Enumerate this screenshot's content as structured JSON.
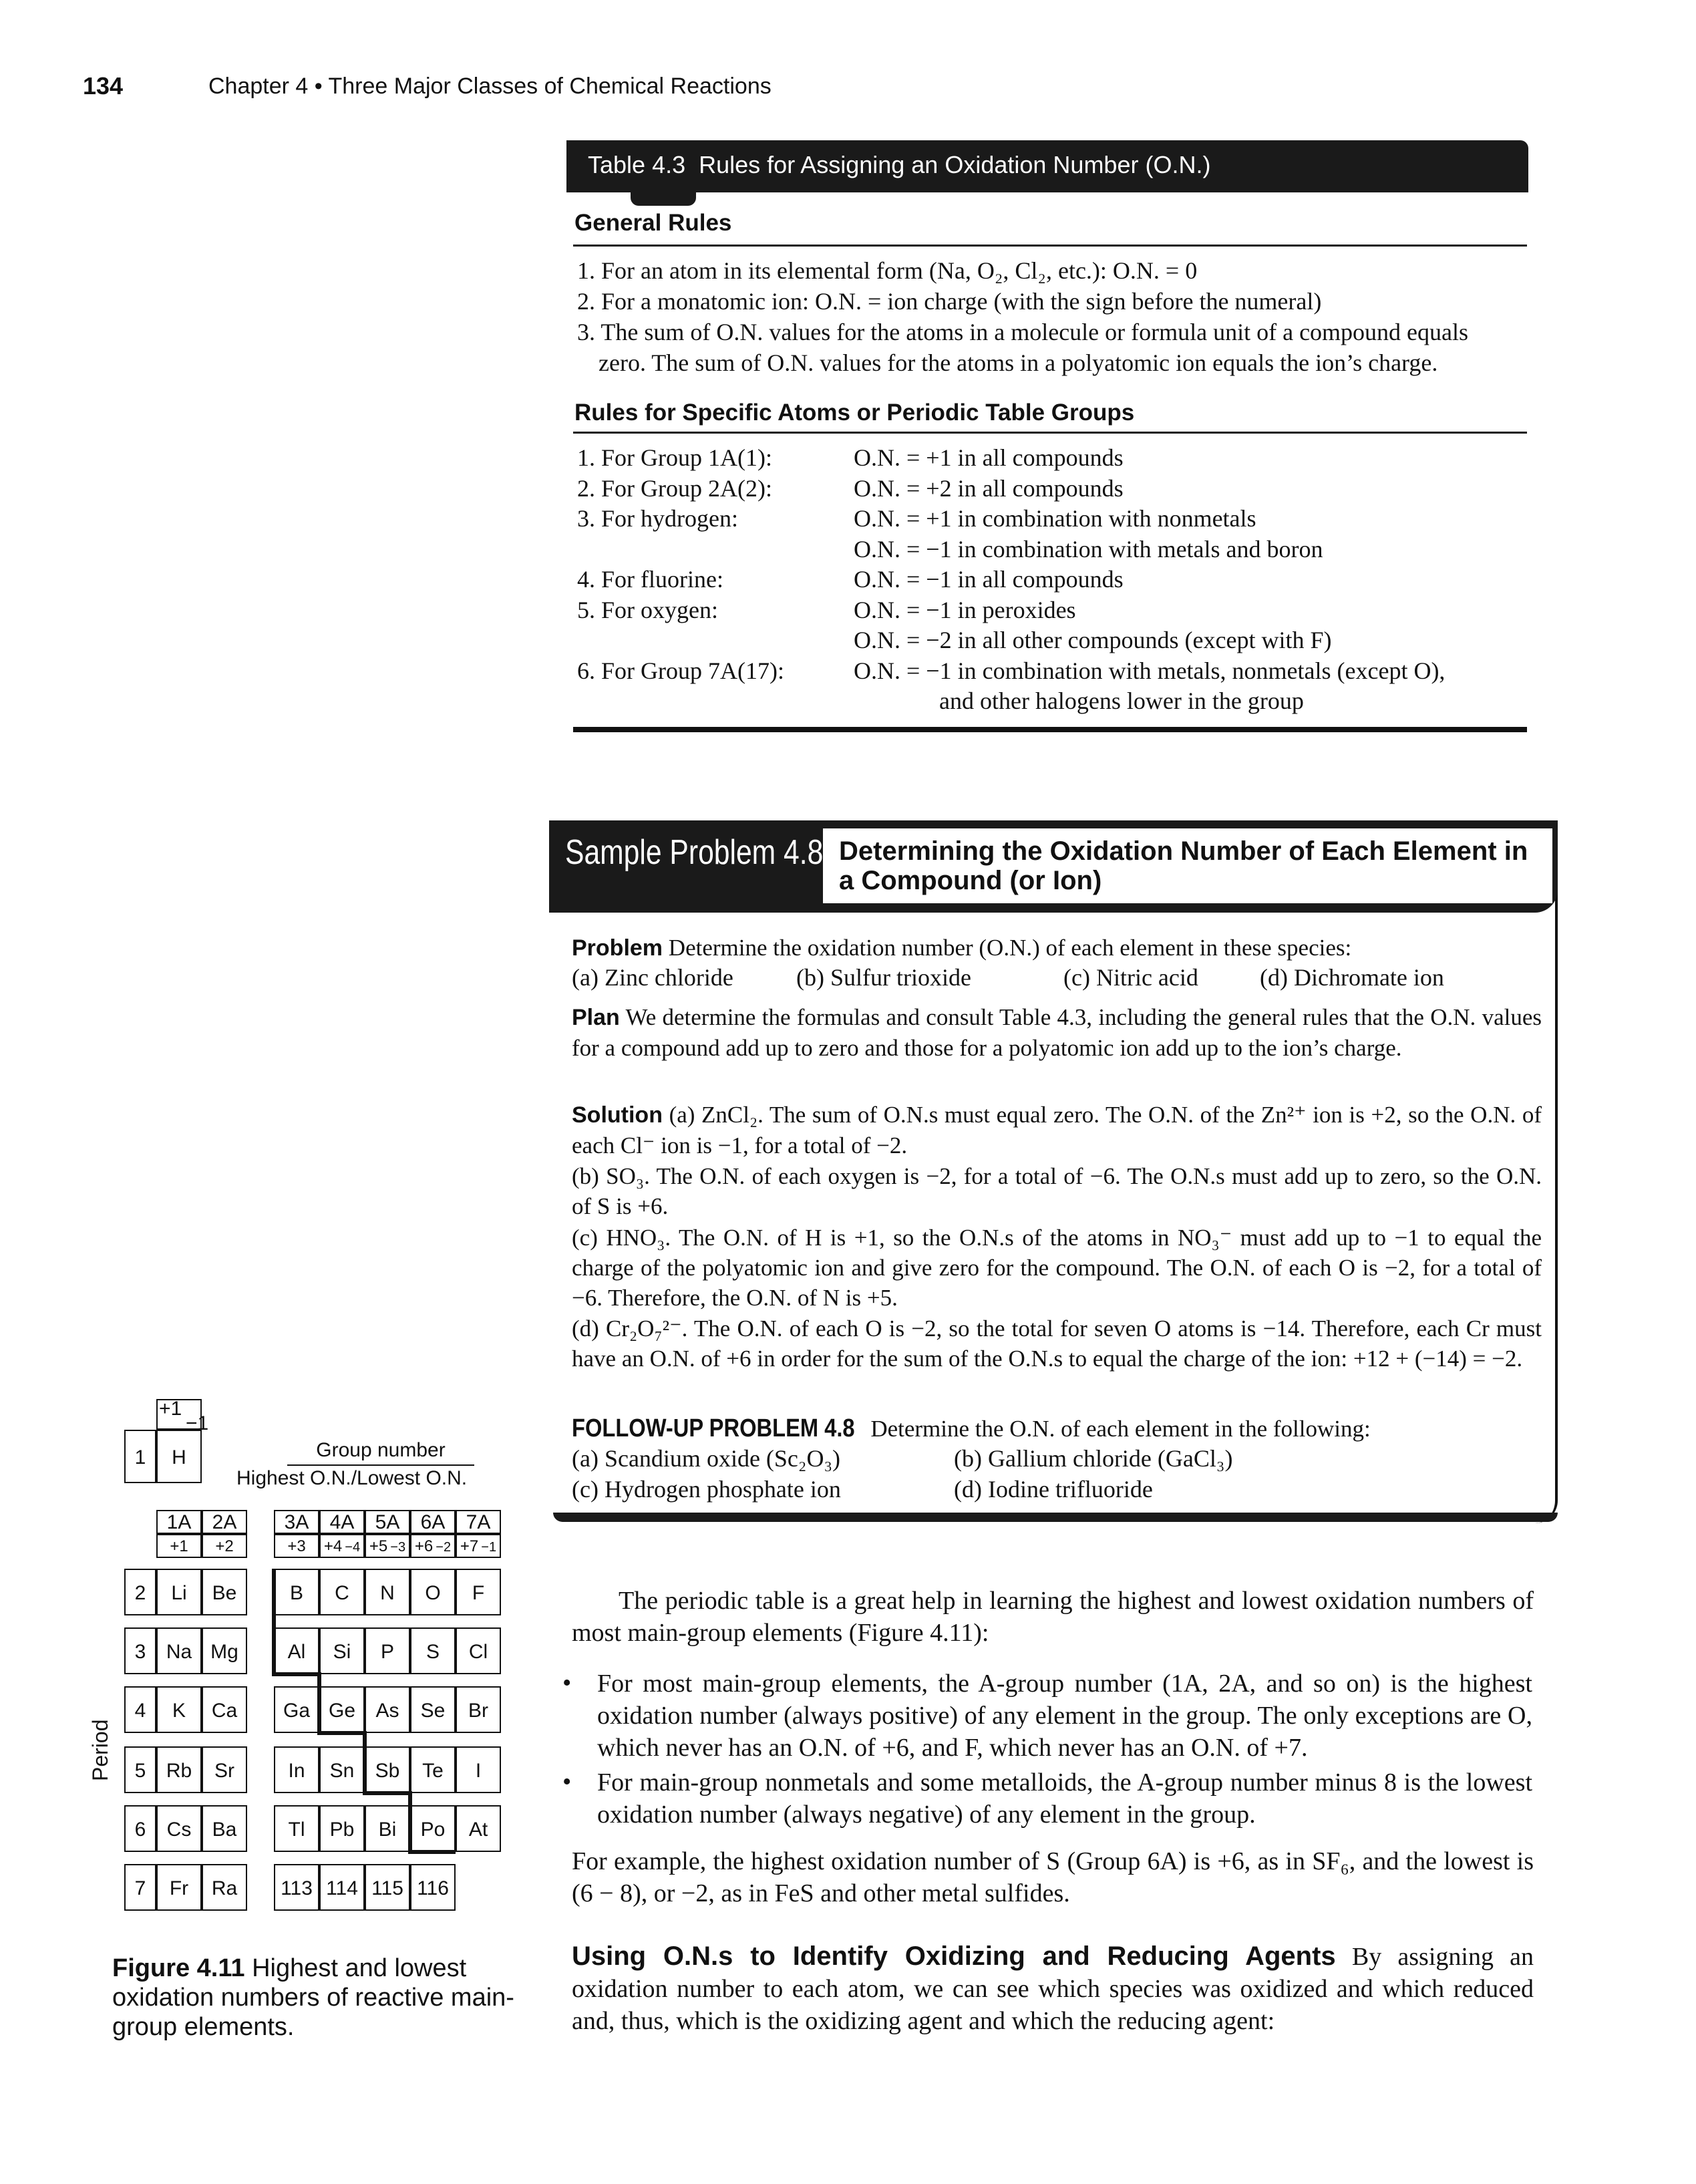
{
  "header": {
    "page_number": "134",
    "running_head": "Chapter 4 • Three Major Classes of Chemical Reactions"
  },
  "table43": {
    "label": "Table 4.3",
    "title": "Rules for Assigning an Oxidation Number (O.N.)",
    "general_heading": "General Rules",
    "general_rules": [
      "1. For an atom in its elemental form (Na, O₂, Cl₂, etc.): O.N. = 0",
      "2. For a monatomic ion: O.N. = ion charge (with the sign before the numeral)",
      "3. The sum of O.N. values for the atoms in a molecule or formula unit of a compound equals",
      "zero. The sum of O.N. values for the atoms in a polyatomic ion equals the ion’s charge."
    ],
    "specific_heading": "Rules for Specific Atoms or Periodic Table Groups",
    "specific_rules": [
      {
        "left": "1. For Group 1A(1):",
        "right": "O.N. = +1 in all compounds"
      },
      {
        "left": "2. For Group 2A(2):",
        "right": "O.N. = +2 in all compounds"
      },
      {
        "left": "3. For hydrogen:",
        "right": "O.N. = +1 in combination with nonmetals"
      },
      {
        "left": "",
        "right": "O.N. = −1 in combination with metals and boron"
      },
      {
        "left": "4. For fluorine:",
        "right": "O.N. = −1 in all compounds"
      },
      {
        "left": "5. For oxygen:",
        "right": "O.N. = −1 in peroxides"
      },
      {
        "left": "",
        "right": "O.N. = −2 in all other compounds (except with F)"
      },
      {
        "left": "6. For Group 7A(17):",
        "right": "O.N. = −1 in combination with metals, nonmetals (except O),"
      },
      {
        "left": "",
        "right": "and other halogens lower in the group"
      }
    ]
  },
  "sample_problem": {
    "label": "Sample Problem 4.8",
    "title": "Determining the Oxidation Number of Each Element in a Compound (or Ion)",
    "problem_label": "Problem",
    "problem_text": "Determine the oxidation number (O.N.) of each element in these species:",
    "problem_parts": [
      "(a) Zinc chloride",
      "(b) Sulfur trioxide",
      "(c) Nitric acid",
      "(d) Dichromate ion"
    ],
    "plan_label": "Plan",
    "plan_text": "We determine the formulas and consult Table 4.3, including the general rules that the O.N. values for a compound add up to zero and those for a polyatomic ion add up to the ion’s charge.",
    "solution_label": "Solution",
    "solution_a": "(a) ZnCl₂. The sum of O.N.s must equal zero. The O.N. of the Zn²⁺ ion is +2, so the O.N. of each Cl⁻ ion is −1, for a total of −2.",
    "solution_b": "(b) SO₃. The O.N. of each oxygen is −2, for a total of −6. The O.N.s must add up to zero, so the O.N. of S is +6.",
    "solution_c": "(c) HNO₃. The O.N. of H is +1, so the O.N.s of the atoms in NO₃⁻ must add up to −1 to equal the charge of the polyatomic ion and give zero for the compound. The O.N. of each O is −2, for a total of −6. Therefore, the O.N. of N is +5.",
    "solution_d": "(d) Cr₂O₇²⁻. The O.N. of each O is −2, so the total for seven O atoms is −14. Therefore, each Cr must have an O.N. of +6 in order for the sum of the O.N.s to equal the charge of the ion: +12 + (−14) = −2.",
    "followup_label": "FOLLOW-UP PROBLEM 4.8",
    "followup_text": "Determine the O.N. of each element in the following:",
    "followup_parts": [
      "(a) Scandium oxide (Sc₂O₃)",
      "(b) Gallium chloride (GaCl₃)",
      "(c) Hydrogen phosphate ion",
      "(d) Iodine trifluoride"
    ]
  },
  "figure": {
    "h_top": "+1",
    "h_bottom": "−1",
    "h_period": "1",
    "h_symbol": "H",
    "legend_top": "Group number",
    "legend_bottom": "Highest O.N./Lowest O.N.",
    "period_axis": "Period",
    "groups": [
      {
        "name": "1A",
        "hi": "+1",
        "lo": ""
      },
      {
        "name": "2A",
        "hi": "+2",
        "lo": ""
      },
      {
        "name": "3A",
        "hi": "+3",
        "lo": ""
      },
      {
        "name": "4A",
        "hi": "+4",
        "lo": "−4"
      },
      {
        "name": "5A",
        "hi": "+5",
        "lo": "−3"
      },
      {
        "name": "6A",
        "hi": "+6",
        "lo": "−2"
      },
      {
        "name": "7A",
        "hi": "+7",
        "lo": "−1"
      }
    ],
    "periods": [
      "2",
      "3",
      "4",
      "5",
      "6",
      "7"
    ],
    "elements": [
      [
        "Li",
        "Be",
        "B",
        "C",
        "N",
        "O",
        "F"
      ],
      [
        "Na",
        "Mg",
        "Al",
        "Si",
        "P",
        "S",
        "Cl"
      ],
      [
        "K",
        "Ca",
        "Ga",
        "Ge",
        "As",
        "Se",
        "Br"
      ],
      [
        "Rb",
        "Sr",
        "In",
        "Sn",
        "Sb",
        "Te",
        "I"
      ],
      [
        "Cs",
        "Ba",
        "Tl",
        "Pb",
        "Bi",
        "Po",
        "At"
      ],
      [
        "Fr",
        "Ra",
        "113",
        "114",
        "115",
        "116",
        ""
      ]
    ],
    "caption_label": "Figure 4.11",
    "caption_text": "Highest and lowest oxidation numbers of reactive main-group elements."
  },
  "body": {
    "intro": "The periodic table is a great help in learning the highest and lowest oxidation numbers of most main-group elements (Figure 4.11):",
    "bullet1": "For most main-group elements, the A-group number (1A, 2A, and so on) is the highest oxidation number (always positive) of any element in the group. The only exceptions are O, which never has an O.N. of +6, and F, which never has an O.N. of +7.",
    "bullet2": "For main-group nonmetals and some metalloids, the A-group number minus 8 is the lowest oxidation number (always negative) of any element in the group.",
    "example": "For example, the highest oxidation number of S (Group 6A) is +6, as in SF₆, and the lowest is (6 − 8), or −2, as in FeS and other metal sulfides.",
    "subhead": "Using O.N.s to Identify Oxidizing and Reducing Agents",
    "subhead_text": "By assigning an oxidation number to each atom, we can see which species was oxidized and which reduced and, thus, which is the oxidizing agent and which the reducing agent:"
  }
}
